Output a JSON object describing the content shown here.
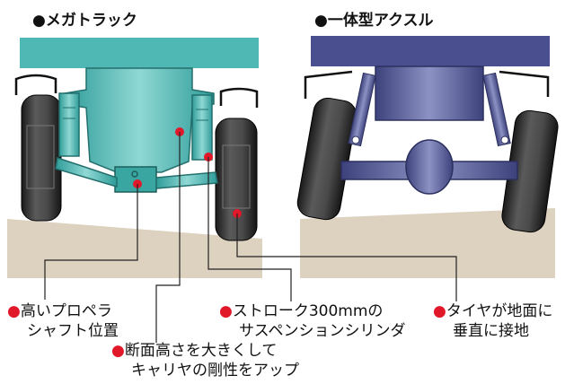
{
  "titles": {
    "left": "●メガトラック",
    "right": "●一体型アクスル"
  },
  "callouts": [
    {
      "line1": "高いプロペラ",
      "line2": "シャフト位置"
    },
    {
      "line1": "断面高さを大きくして",
      "line2": "キャリヤの剛性をアップ"
    },
    {
      "line1": "ストローク300mmの",
      "line2": "サスペンションシリンダ"
    },
    {
      "line1": "タイヤが地面に",
      "line2": "垂直に接地"
    }
  ],
  "marker_symbol": "●",
  "colors": {
    "accent_red": "#e0182a",
    "teal": "#4fb8b4",
    "navy": "#4a4f90",
    "ground": "#ddd1c0",
    "tire": "#2a2a2a"
  }
}
